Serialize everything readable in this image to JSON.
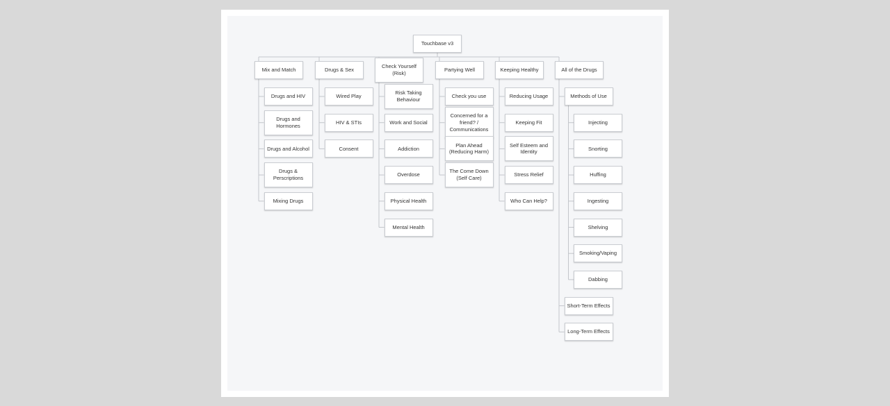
{
  "sitemap": {
    "root": "Touchbase v3",
    "sections": [
      {
        "label": "Mix and Match",
        "children": [
          {
            "label": "Drugs and HIV"
          },
          {
            "label": "Drugs and\nHormones"
          },
          {
            "label": "Drugs and Alcohol"
          },
          {
            "label": "Drugs &\nPerscriptions"
          },
          {
            "label": "Mixing Drugs"
          }
        ]
      },
      {
        "label": "Drugs & Sex",
        "children": [
          {
            "label": "Wired Play"
          },
          {
            "label": "HIV & STIs"
          },
          {
            "label": "Consent"
          }
        ]
      },
      {
        "label": "Check Yourself\n(Risk)",
        "children": [
          {
            "label": "Risk Taking\nBehaviour"
          },
          {
            "label": "Work and Social"
          },
          {
            "label": "Addiction"
          },
          {
            "label": "Overdose"
          },
          {
            "label": "Physical Health"
          },
          {
            "label": "Mental Health"
          }
        ]
      },
      {
        "label": "Partying Well",
        "children": [
          {
            "label": "Check you use"
          },
          {
            "label": "Concerned for a\nfriend? /\nCommunications"
          },
          {
            "label": "Plan Ahead\n(Reducing Harm)"
          },
          {
            "label": "The Come Down\n(Self Care)"
          }
        ]
      },
      {
        "label": "Keeping Healthy",
        "children": [
          {
            "label": "Reducing Usage"
          },
          {
            "label": "Keeping Fit"
          },
          {
            "label": "Self Esteem and\nIdentity"
          },
          {
            "label": "Stress Relief"
          },
          {
            "label": "Who Can Help?"
          }
        ]
      },
      {
        "label": "All of the Drugs",
        "children": [
          {
            "label": "Methods of Use",
            "children": [
              {
                "label": "Injecting"
              },
              {
                "label": "Snorting"
              },
              {
                "label": "Huffing"
              },
              {
                "label": "Ingesting"
              },
              {
                "label": "Shelving"
              },
              {
                "label": "Smoking/Vaping"
              },
              {
                "label": "Dabbing"
              }
            ]
          },
          {
            "label": "Short-Term Effects"
          },
          {
            "label": "Long-Term Effects"
          }
        ]
      }
    ]
  }
}
